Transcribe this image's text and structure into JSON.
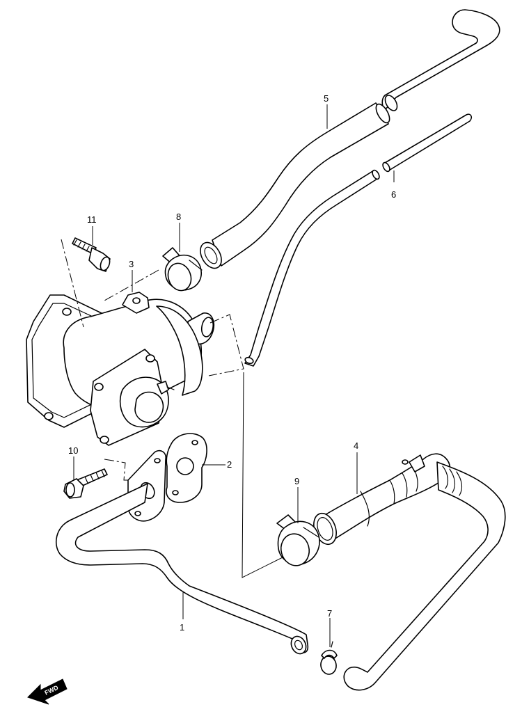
{
  "callouts": [
    "1",
    "2",
    "3",
    "4",
    "5",
    "6",
    "7",
    "8",
    "9",
    "10",
    "11"
  ],
  "fwd_label": "FWD"
}
